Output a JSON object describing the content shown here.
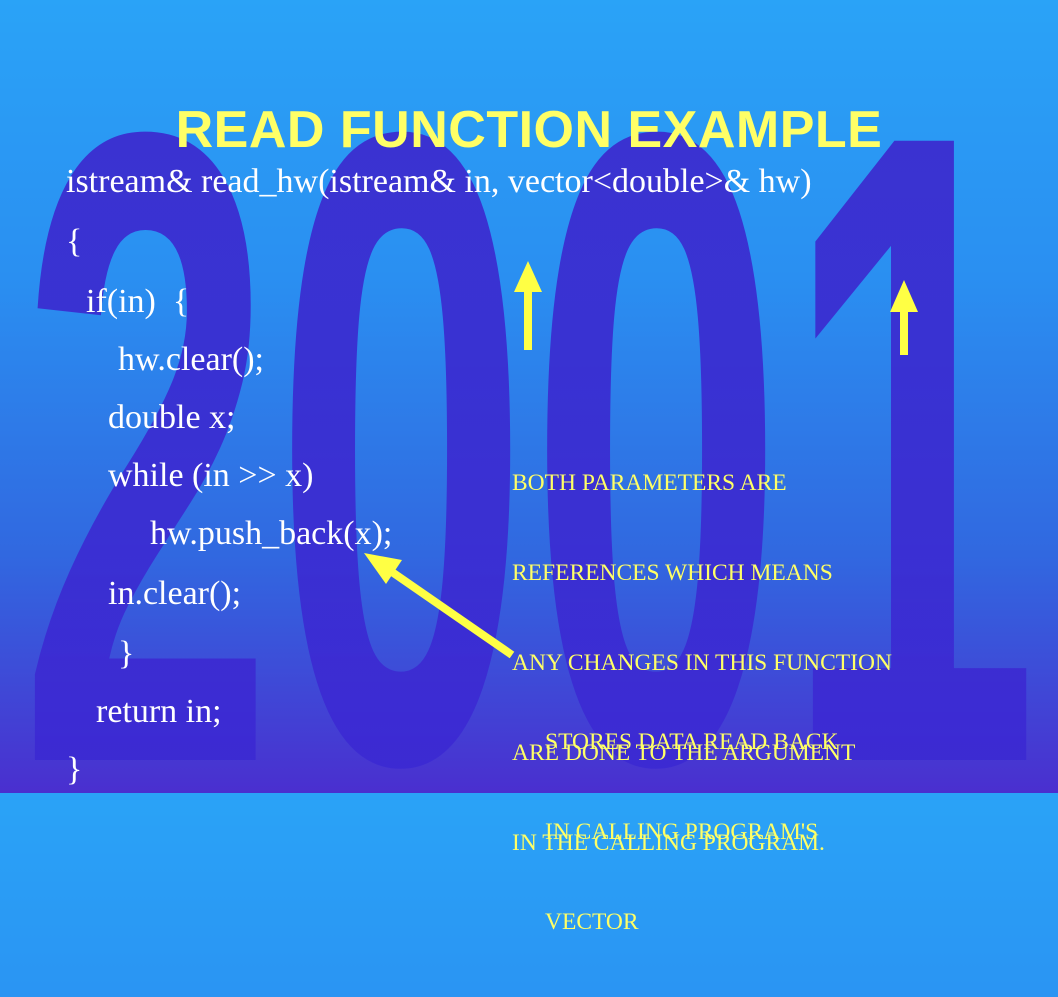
{
  "background": {
    "watermark": "2001",
    "colors": {
      "top": "#2aa3f7",
      "bottom": "#4a2fcf",
      "watermark": "#3a2fd0",
      "accent": "#ffff66"
    }
  },
  "title": "READ FUNCTION EXAMPLE",
  "code": [
    "istream& read_hw(istream& in, vector<double>& hw)",
    "{",
    "if(in)  {",
    "hw.clear();",
    "double x;",
    "while (in >> x)",
    "hw.push_back(x);",
    "in.clear();",
    "}",
    "return in;",
    "}"
  ],
  "notes": {
    "parameters": [
      "BOTH PARAMETERS ARE",
      "REFERENCES WHICH MEANS",
      "ANY CHANGES IN THIS FUNCTION",
      "ARE DONE TO THE ARGUMENT",
      "IN THE CALLING PROGRAM."
    ],
    "stores": [
      "STORES DATA READ BACK",
      "IN CALLING PROGRAM'S",
      "VECTOR"
    ]
  }
}
